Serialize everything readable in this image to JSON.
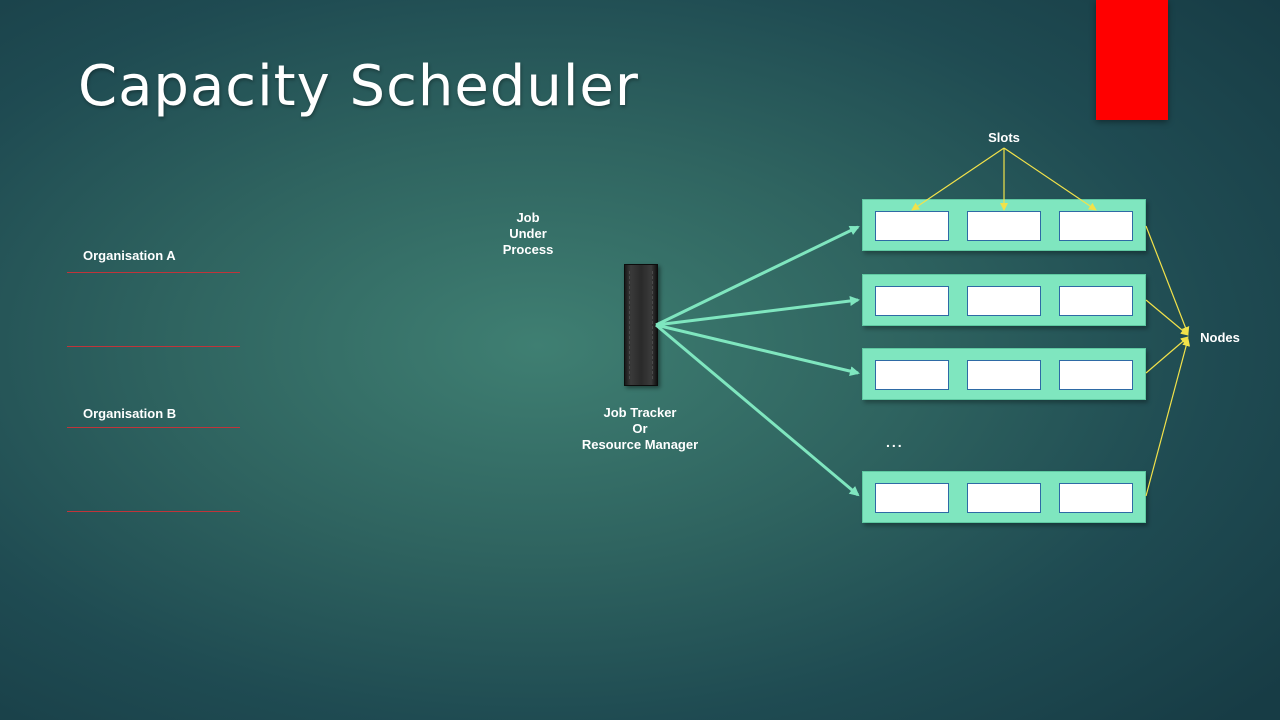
{
  "slide": {
    "title": "Capacity Scheduler",
    "accent_color": "#ff0000",
    "organisations": [
      {
        "label": "Organisation A"
      },
      {
        "label": "Organisation B"
      }
    ],
    "job_under_process": [
      "Job",
      "Under",
      "Process"
    ],
    "job_tracker": [
      "Job Tracker",
      "Or",
      "Resource Manager"
    ],
    "slots_label": "Slots",
    "nodes_label": "Nodes",
    "ellipsis": "...",
    "colors": {
      "node_fill": "#7fe6bf",
      "arrow_green": "#7fe6bf",
      "arrow_yellow": "#f2e24a",
      "slot_border": "#2e6aa5",
      "org_line": "#c0343a"
    }
  }
}
